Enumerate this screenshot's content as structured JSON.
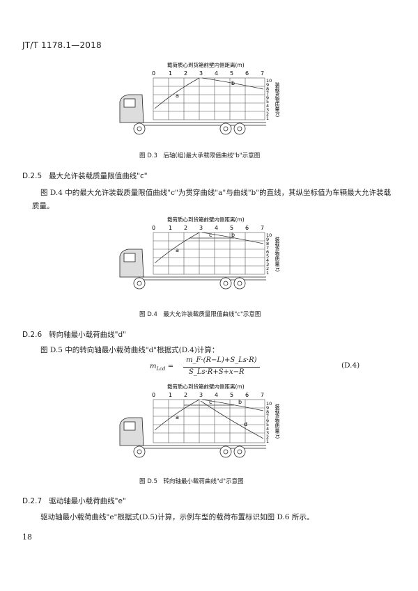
{
  "header": {
    "code": "JT/T 1178.1—2018"
  },
  "page_number": "18",
  "fig_common": {
    "top_label": "载荷质心到货箱前壁内侧距离(m)",
    "side_label": "装载货物质量(t)"
  },
  "figure_d3": {
    "caption": "图 D.3　后轴(组)最大承载限值曲线\"b\"示意图",
    "x_ticks": [
      "0",
      "1",
      "2",
      "3",
      "4",
      "5",
      "6",
      "7"
    ],
    "y_ticks": [
      "1",
      "2",
      "3",
      "4",
      "5",
      "6",
      "7",
      "8",
      "9",
      "10"
    ],
    "curve_labels": [
      "a",
      "b"
    ]
  },
  "section_d25": {
    "number": "D.2.5",
    "title": "最大允许装载质量限值曲线\"c\""
  },
  "para_d25": "图 D.4 中的最大允许装载质量限值曲线\"c\"为贯穿曲线\"a\"与曲线\"b\"的直线，其纵坐标值为车辆最大允许装载质量。",
  "figure_d4": {
    "caption": "图 D.4　最大允许装载质量限值曲线\"c\"示意图",
    "x_ticks": [
      "0",
      "1",
      "2",
      "3",
      "4",
      "5",
      "6",
      "7"
    ],
    "y_ticks": [
      "1",
      "2",
      "3",
      "4",
      "5",
      "6",
      "7",
      "8",
      "9",
      "10"
    ],
    "curve_labels": [
      "a",
      "b",
      "c"
    ]
  },
  "section_d26": {
    "number": "D.2.6",
    "title": "转向轴最小载荷曲线\"d\""
  },
  "para_d26": "图 D.5 中的转向轴最小载荷曲线\"d\"根据式(D.4)计算：",
  "equation_d4": {
    "lhs": "m",
    "lhs_sub": "Lcd",
    "numerator": "m_F·(R−L)+S_Ls·R)",
    "denominator": "S_Ls·R+S+x−R",
    "number": "(D.4)"
  },
  "figure_d5": {
    "caption": "图 D.5　转向轴最小载荷曲线\"d\"示意图",
    "x_ticks": [
      "0",
      "1",
      "2",
      "3",
      "4",
      "5",
      "6",
      "7"
    ],
    "y_ticks": [
      "1",
      "2",
      "3",
      "4",
      "5",
      "6",
      "7",
      "8",
      "9",
      "10"
    ],
    "curve_labels": [
      "a",
      "b",
      "c",
      "d"
    ]
  },
  "section_d27": {
    "number": "D.2.7",
    "title": "驱动轴最小载荷曲线\"e\""
  },
  "para_d27": "驱动轴最小载荷曲线\"e\"根据式(D.5)计算，示例车型的载荷布置标识如图 D.6 所示。"
}
